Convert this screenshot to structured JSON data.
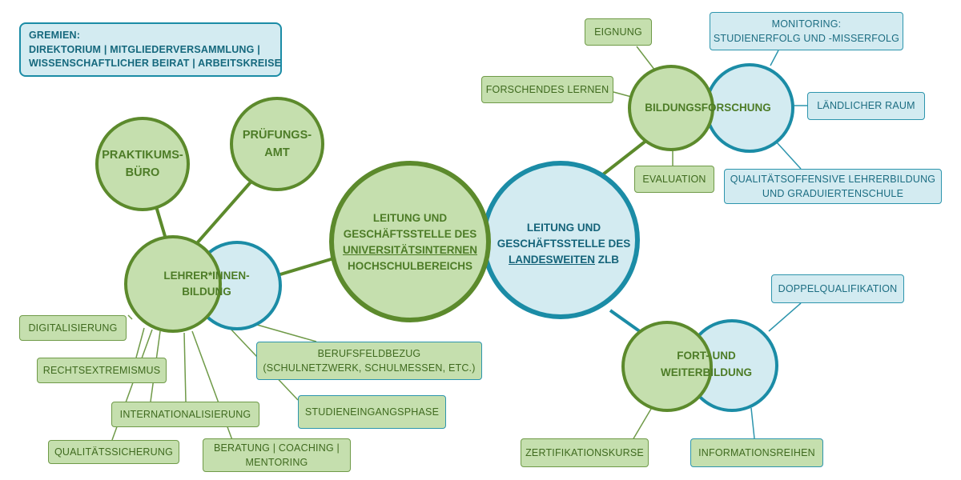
{
  "gremien": {
    "line1": "GREMIEN:",
    "line2": "DIREKTORIUM | MITGLIEDERVERSAMMLUNG |",
    "line3": "WISSENSCHAFTLICHER BEIRAT | ARBEITSKREISE"
  },
  "center_green": {
    "line1": "LEITUNG UND",
    "line2": "GESCHÄFTSSTELLE DES",
    "line3": "UNIVERSITÄTSINTERNEN",
    "line4": "HOCHSCHULBEREICHS"
  },
  "center_blue": {
    "line1": "LEITUNG UND",
    "line2": "GESCHÄFTSSTELLE DES",
    "line3_underlined": "LANDESWEITEN",
    "line3_rest": " ZLB"
  },
  "praktikum": {
    "line1": "PRAKTIKUMS-",
    "line2": "BÜRO"
  },
  "pruefung": {
    "line1": "PRÜFUNGS-",
    "line2": "AMT"
  },
  "lehrer": {
    "line1": "LEHRER*INNEN-",
    "line2": "BILDUNG"
  },
  "bildung": {
    "label": "BILDUNGSFORSCHUNG"
  },
  "fort": {
    "line1": "FORT- UND",
    "line2": "WEITERBILDUNG"
  },
  "lehrer_items": {
    "digitalisierung": "DIGITALISIERUNG",
    "rechtsextremismus": "RECHTSEXTREMISMUS",
    "internationalisierung": "INTERNATIONALISIERUNG",
    "qualitaetssicherung": "QUALITÄTSSICHERUNG",
    "beratung_line1": "BERATUNG | COACHING |",
    "beratung_line2": "MENTORING",
    "berufsfeld_line1": "BERUFSFELDBEZUG",
    "berufsfeld_line2": "(SCHULNETZWERK, SCHULMESSEN, ETC.)",
    "studieneingang": "STUDIENEINGANGSPHASE"
  },
  "bildung_items": {
    "eignung": "EIGNUNG",
    "forschendes": "FORSCHENDES LERNEN",
    "evaluation": "EVALUATION",
    "monitoring_line1": "MONITORING:",
    "monitoring_line2": "STUDIENERFOLG UND -MISSERFOLG",
    "laendlich": "LÄNDLICHER RAUM",
    "qualitaetsoffensive_line1": "QUALITÄTSOFFENSIVE LEHRERBILDUNG",
    "qualitaetsoffensive_line2": "UND GRADUIERTENSCHULE"
  },
  "fort_items": {
    "doppel": "DOPPELQUALIFIKATION",
    "zertifikat": "ZERTIFIKATIONSKURSE",
    "informationsreihen": "INFORMATIONSREIHEN"
  },
  "colors": {
    "green_fill": "#c5dfae",
    "green_stroke": "#5c8a2c",
    "blue_fill": "#d3ebf1",
    "blue_stroke": "#1b8ca6"
  }
}
